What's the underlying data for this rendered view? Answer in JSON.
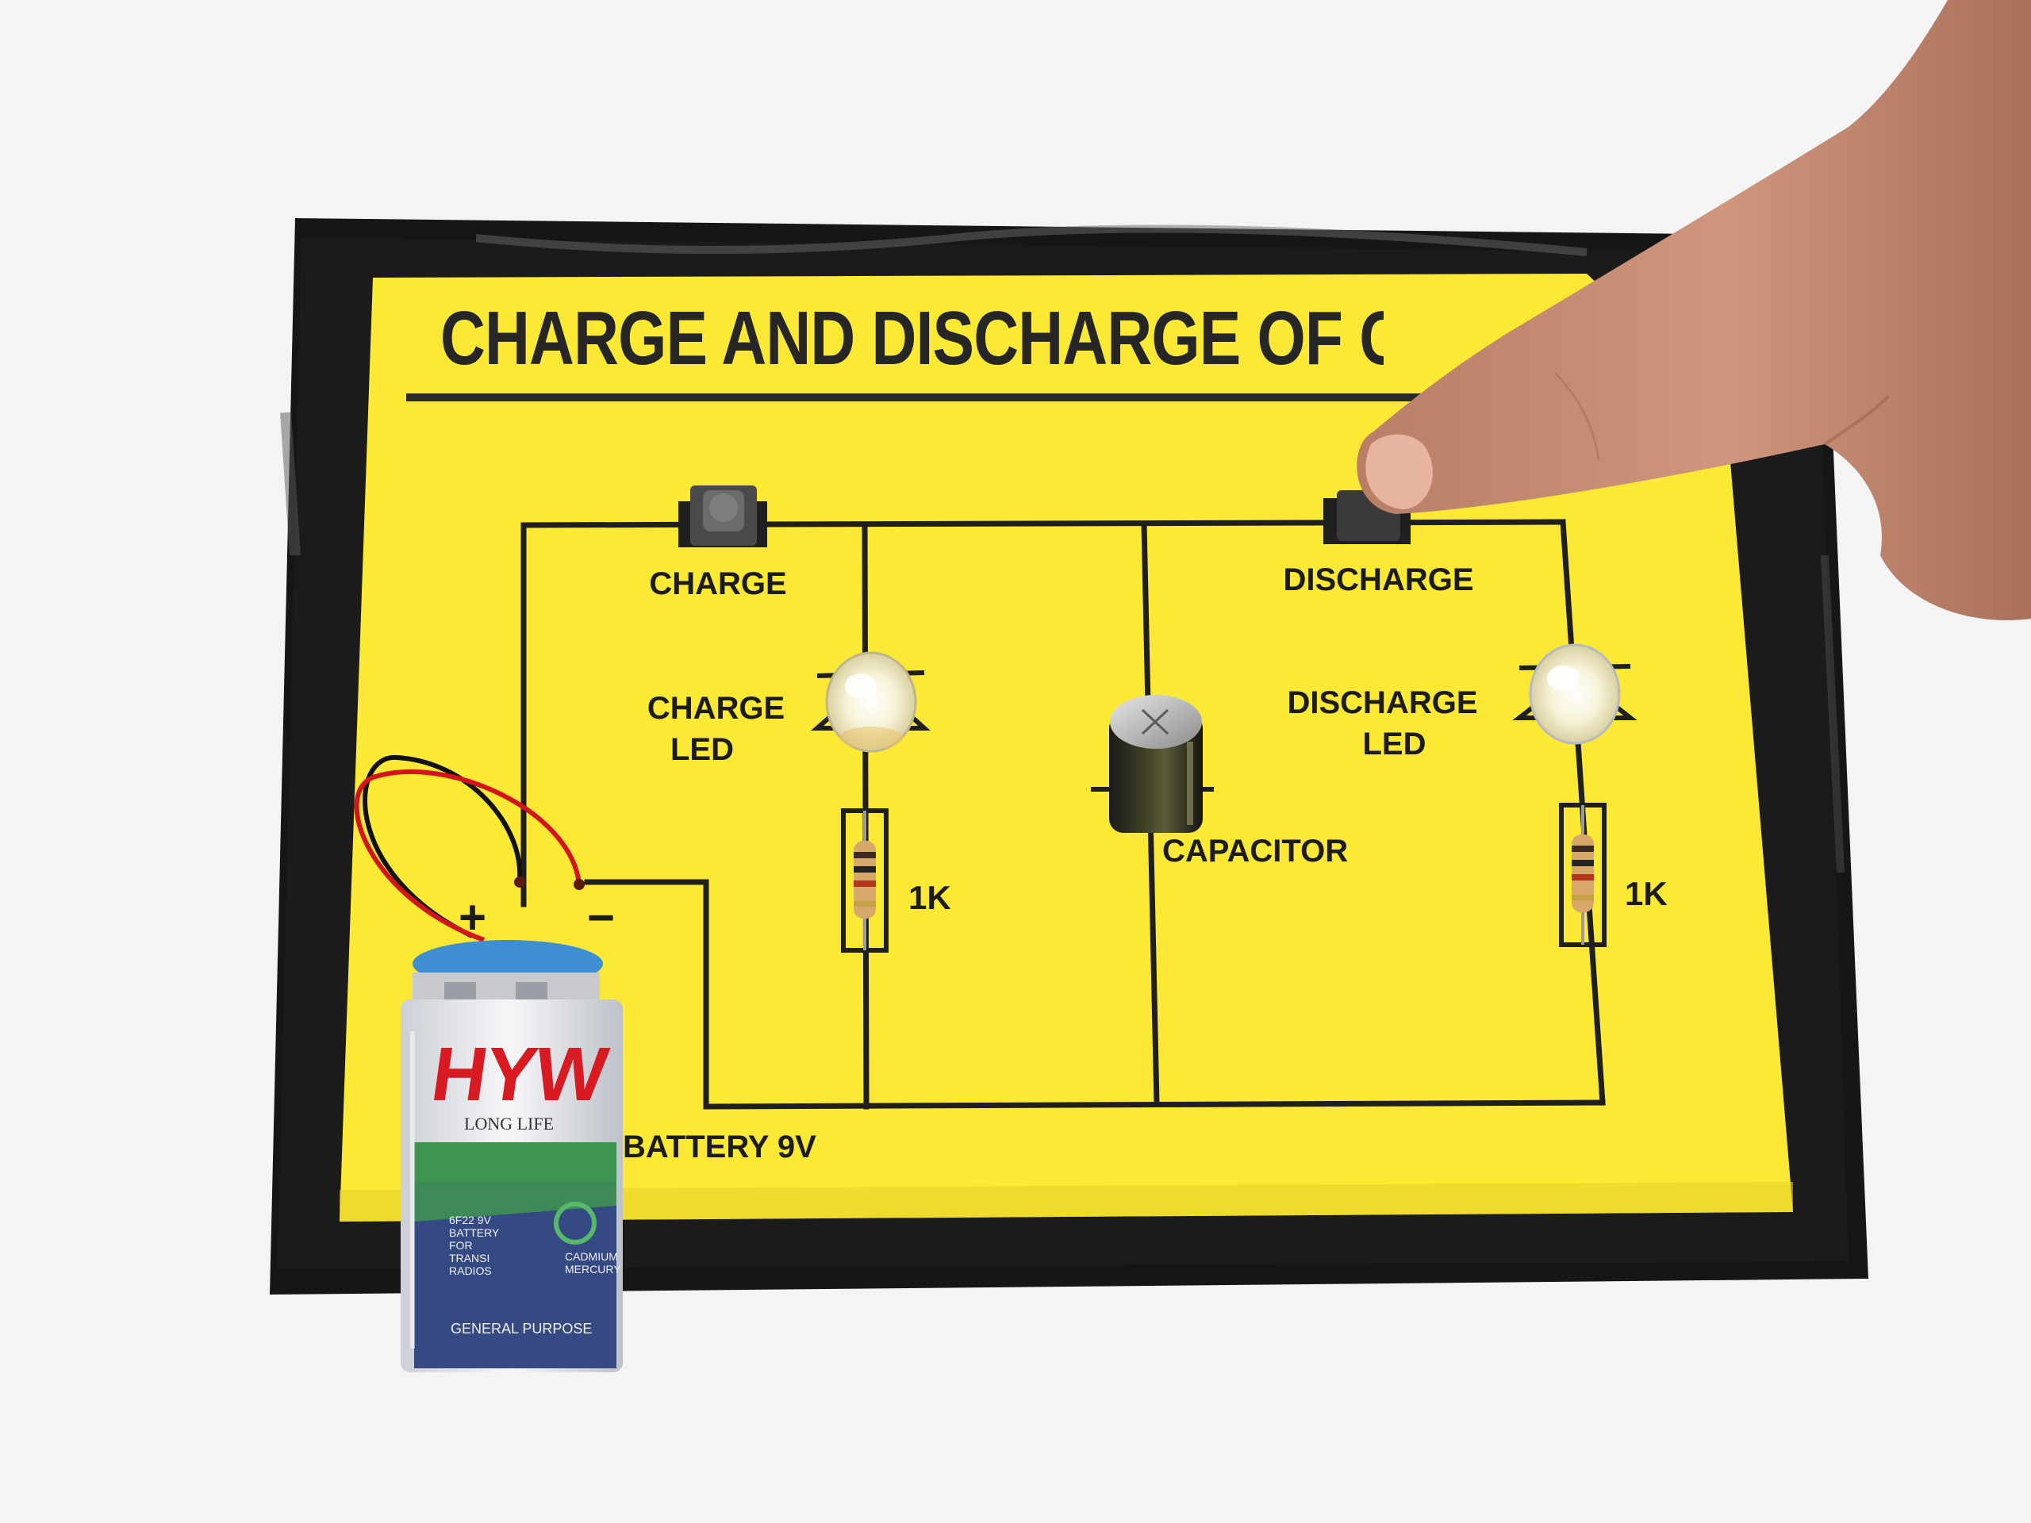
{
  "board": {
    "title": "CHARGE AND DISCHARGE OF CAPACITOR",
    "labels": {
      "charge_button": "CHARGE",
      "discharge_button": "DISCHARGE",
      "charge_led_line1": "CHARGE",
      "charge_led_line2": "LED",
      "discharge_led_line1": "DISCHARGE",
      "discharge_led_line2": "LED",
      "capacitor": "CAPACITOR",
      "resistor_left": "1K",
      "resistor_right": "1K",
      "battery": "BATTERY 9V",
      "plus": "+",
      "minus": "−"
    }
  },
  "battery": {
    "brand": "HYW",
    "tagline": "LONG LIFE",
    "fine_print_left": "6F22 9V\nBATTERY\nFOR\nTRANSI\nRADIOS",
    "fine_print_right": "CADMIUM\nMERCURY",
    "purpose": "GENERAL PURPOSE"
  },
  "colors": {
    "background": "#f4f4f4",
    "paper_yellow": "#fce935",
    "board_black": "#161616",
    "trace_black": "#1f1f1f",
    "wire_red": "#d4141c",
    "battery_blue": "#1e3a78",
    "skin": "#c99078"
  }
}
